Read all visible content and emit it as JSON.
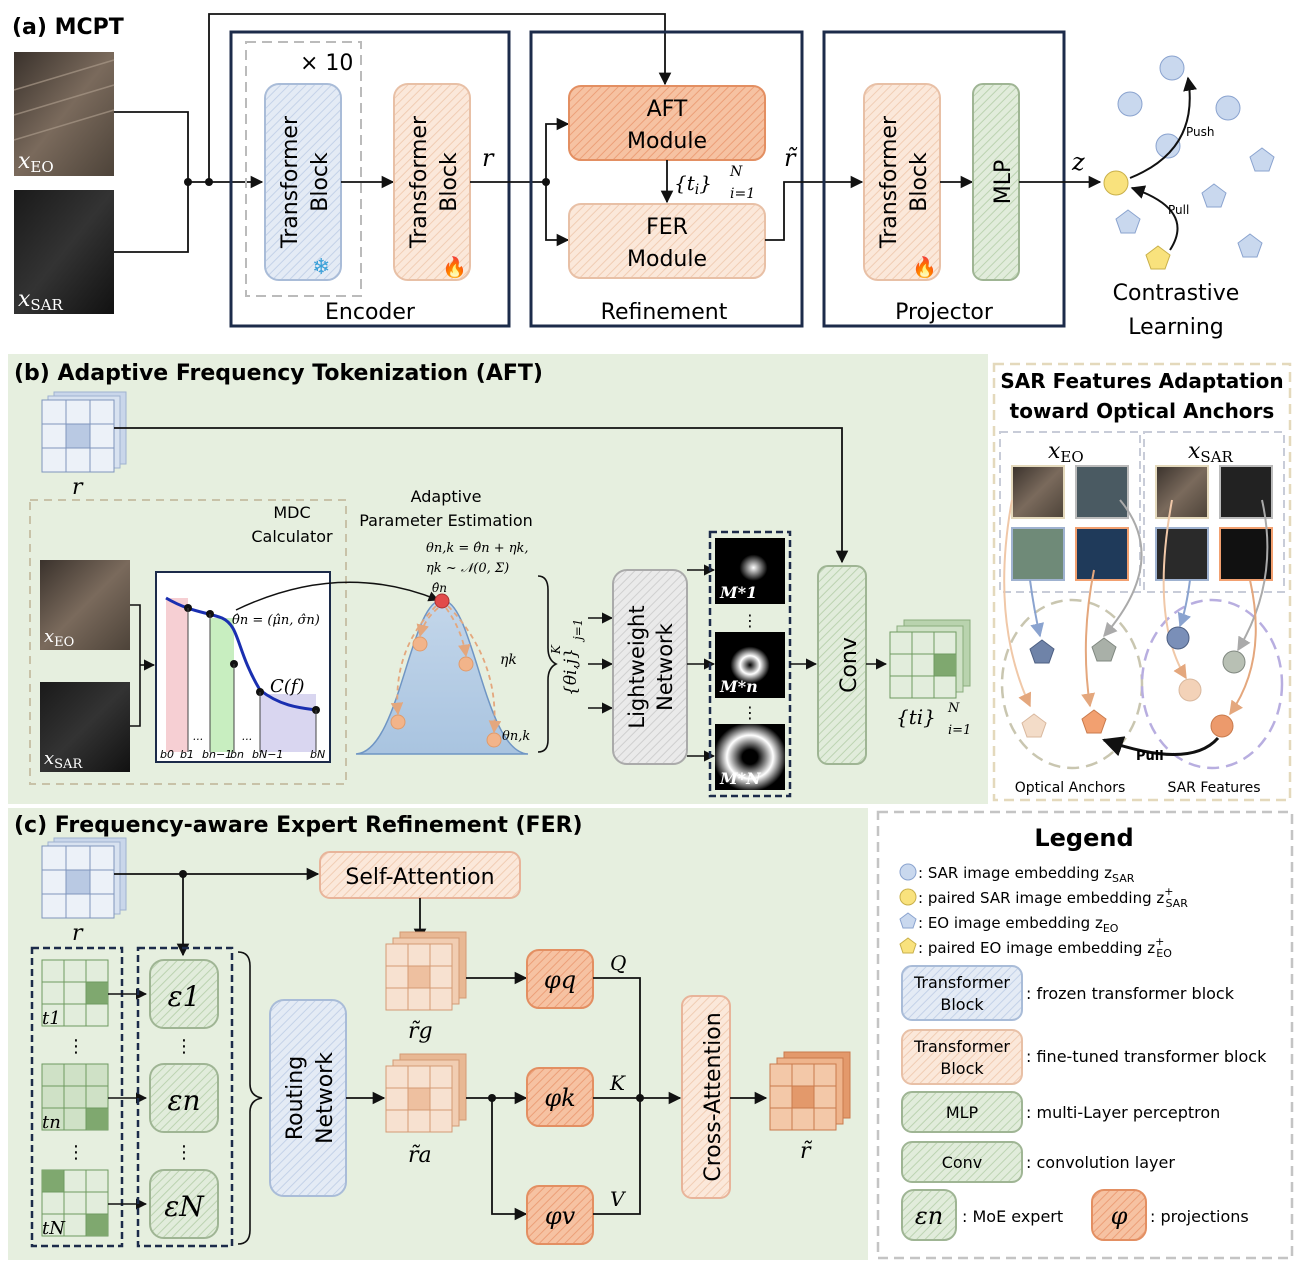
{
  "panel_a": {
    "title": "(a) MCPT",
    "x_eo": "x",
    "x_eo_sub": "EO",
    "x_sar": "x",
    "x_sar_sub": "SAR",
    "times10": "× 10",
    "frozen_block": [
      "Transformer",
      "Block"
    ],
    "tuned_block": [
      "Transformer",
      "Block"
    ],
    "r": "r",
    "encoder": "Encoder",
    "aft": [
      "AFT",
      "Module"
    ],
    "fer": [
      "FER",
      "Module"
    ],
    "tokens": "{t",
    "tokens_sub": "i",
    "tokens_rest": "}",
    "tokens_lim_top": "N",
    "tokens_lim_bot": "i=1",
    "refinement": "Refinement",
    "r_tilde": "r̃",
    "proj_block": [
      "Transformer",
      "Block"
    ],
    "mlp": "MLP",
    "projector": "Projector",
    "z": "z",
    "push": "Push",
    "pull": "Pull",
    "contrastive": [
      "Contrastive",
      "Learning"
    ]
  },
  "panel_b": {
    "title": "(b) Adaptive Frequency Tokenization (AFT)",
    "r": "r",
    "mdc": [
      "MDC",
      "Calculator"
    ],
    "x_eo": "x",
    "x_eo_sub": "EO",
    "x_sar": "x",
    "x_sar_sub": "SAR",
    "theta_hat_eq": "θ̂n = (μ̂n, σ̂n)",
    "cf": "C(f)",
    "b_labels": [
      "b0",
      "b1",
      "...",
      "bn−1",
      "bn",
      "...",
      "bN−1",
      "bN"
    ],
    "ape": [
      "Adaptive",
      "Parameter Estimation"
    ],
    "eq1": "θn,k = θ̂n + ηk,",
    "eq2": "ηk ~ 𝒩(0, Σ)",
    "theta_hat_n": "θ̂n",
    "eta_k": "ηk",
    "theta_nk": "θn,k",
    "theta_set": "{θi,j}",
    "theta_set_lim": "K",
    "theta_set_lim_bot": "j=1",
    "lightweight": [
      "Lightweight",
      "Network"
    ],
    "masks": [
      "M*1",
      "M*n",
      "M*N"
    ],
    "conv": "Conv",
    "tokens": "{ti}",
    "tokens_lim_top": "N",
    "tokens_lim_bot": "i=1"
  },
  "sar_adapt": {
    "title": [
      "SAR Features Adaptation",
      "toward Optical Anchors"
    ],
    "x_eo": "x",
    "x_eo_sub": "EO",
    "x_sar": "x",
    "x_sar_sub": "SAR",
    "pull": "Pull",
    "optical_anchors": "Optical Anchors",
    "sar_features": "SAR Features"
  },
  "panel_c": {
    "title": "(c) Frequency-aware Expert Refinement (FER)",
    "r": "r",
    "self_attention": "Self-Attention",
    "t_labels": [
      "t1",
      "tn",
      "tN"
    ],
    "experts": [
      "ε1",
      "εn",
      "εN"
    ],
    "routing": [
      "Routing",
      "Network"
    ],
    "rg": "r̃g",
    "ra": "r̃a",
    "phi_q": "φq",
    "phi_k": "φk",
    "phi_v": "φv",
    "q": "Q",
    "k": "K",
    "v": "V",
    "cross_attention": "Cross-Attention",
    "r_tilde": "r̃"
  },
  "legend": {
    "title": "Legend",
    "items": [
      {
        "text": ": SAR image embedding z",
        "sub": "SAR",
        "sup": ""
      },
      {
        "text": ": paired SAR image embedding z",
        "sub": "SAR",
        "sup": "+"
      },
      {
        "text": ": EO image embedding z",
        "sub": "EO",
        "sup": ""
      },
      {
        "text": ": paired EO image embedding z",
        "sub": "EO",
        "sup": "+"
      }
    ],
    "frozen_box": [
      "Transformer",
      "Block"
    ],
    "frozen_desc": ": frozen transformer block",
    "tuned_box": [
      "Transformer",
      "Block"
    ],
    "tuned_desc": ": fine-tuned transformer block",
    "mlp_box": "MLP",
    "mlp_desc": ": multi-Layer perceptron",
    "conv_box": "Conv",
    "conv_desc": ": convolution layer",
    "expert_box": "εn",
    "expert_desc": ": MoE expert",
    "phi_box": "φ",
    "phi_desc": ": projections"
  },
  "colors": {
    "navy": "#1c2b4a",
    "frozen_fill": "#dde6f2",
    "tuned_fill": "#f8dfcc",
    "orange_fill": "#f2b08a",
    "green_fill": "#d6e6cf",
    "panel_bg": "#e6efdf",
    "sar_blue": "#c9d8ee",
    "yellow": "#f9e27d"
  }
}
